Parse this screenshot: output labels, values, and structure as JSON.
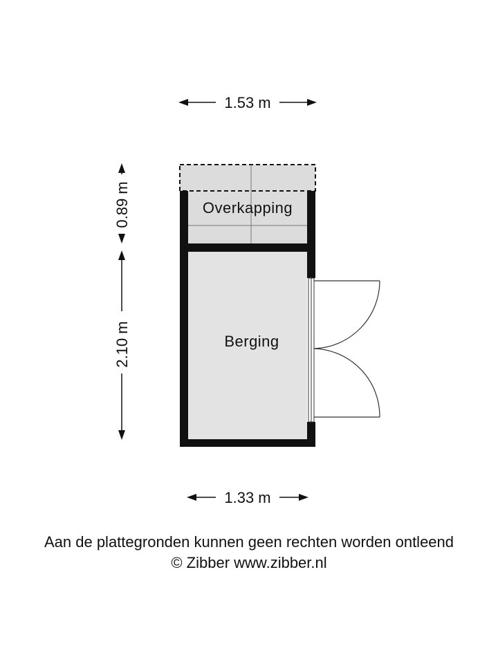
{
  "dimensions": {
    "top_width": "1.53 m",
    "bottom_width": "1.33 m",
    "left_upper_height": "0.89 m",
    "left_lower_height": "2.10 m"
  },
  "rooms": {
    "overkapping": "Overkapping",
    "berging": "Berging"
  },
  "footer": {
    "disclaimer": "Aan de plattegronden kunnen geen rechten worden ontleend",
    "copyright": "© Zibber www.zibber.nl"
  },
  "colors": {
    "wall": "#111111",
    "floor": "#e3e3e3",
    "overkapping_floor": "#dcdcdc",
    "door_line": "#333333"
  }
}
